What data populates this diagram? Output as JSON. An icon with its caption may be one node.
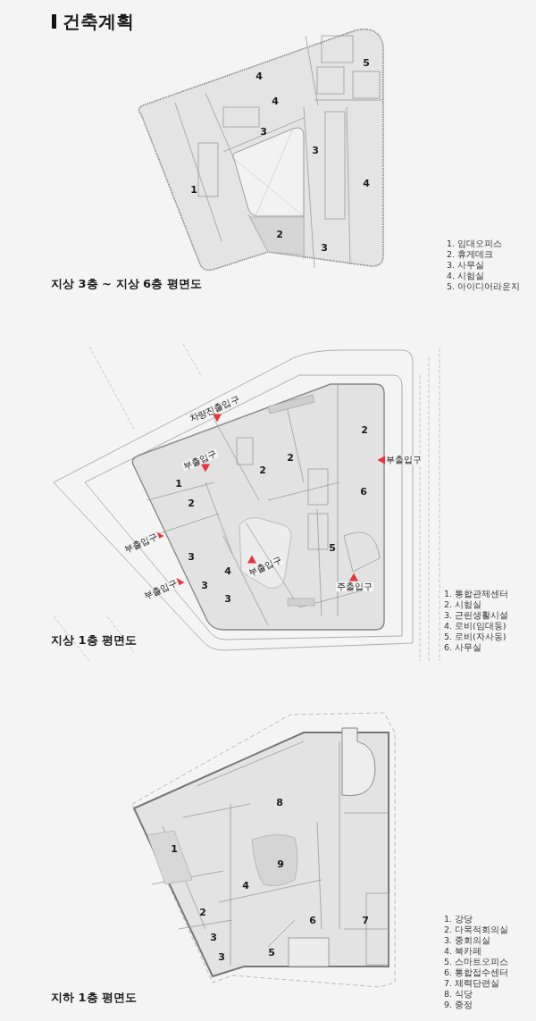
{
  "diagram": {
    "title": "건축계획",
    "labels": [
      "4",
      "5",
      "4",
      "3",
      "3",
      "1",
      "4",
      "2",
      "3",
      "지상 3층 ~ 지상 6층 평면도",
      "1. 임대오피스",
      "2. 휴게데크",
      "3. 사무실",
      "4. 시험실",
      "5. 아이디어라운지",
      "차량진출입구",
      "2",
      "부출입구",
      "부출입구",
      "2",
      "2",
      "1",
      "6",
      "2",
      "부출입구",
      "5",
      "3",
      "부출입구",
      "4",
      "주출입구",
      "부출입구",
      "3",
      "3",
      "지상 1층 평면도",
      "1. 통합관제센터",
      "2. 시험실",
      "3. 근린생활시설",
      "4. 로비(임대동)",
      "5. 로비(자사동)",
      "6. 사무실",
      "8",
      "1",
      "9",
      "4",
      "2",
      "6",
      "7",
      "3",
      "5",
      "3",
      "지하 1층 평면도",
      "1. 강당",
      "2. 다목적회의실",
      "3. 중회의실",
      "4. 북카페",
      "5. 스마트오피스",
      "6. 통합접수센터",
      "7. 체력단련실",
      "8. 식당",
      "9. 중정"
    ]
  }
}
